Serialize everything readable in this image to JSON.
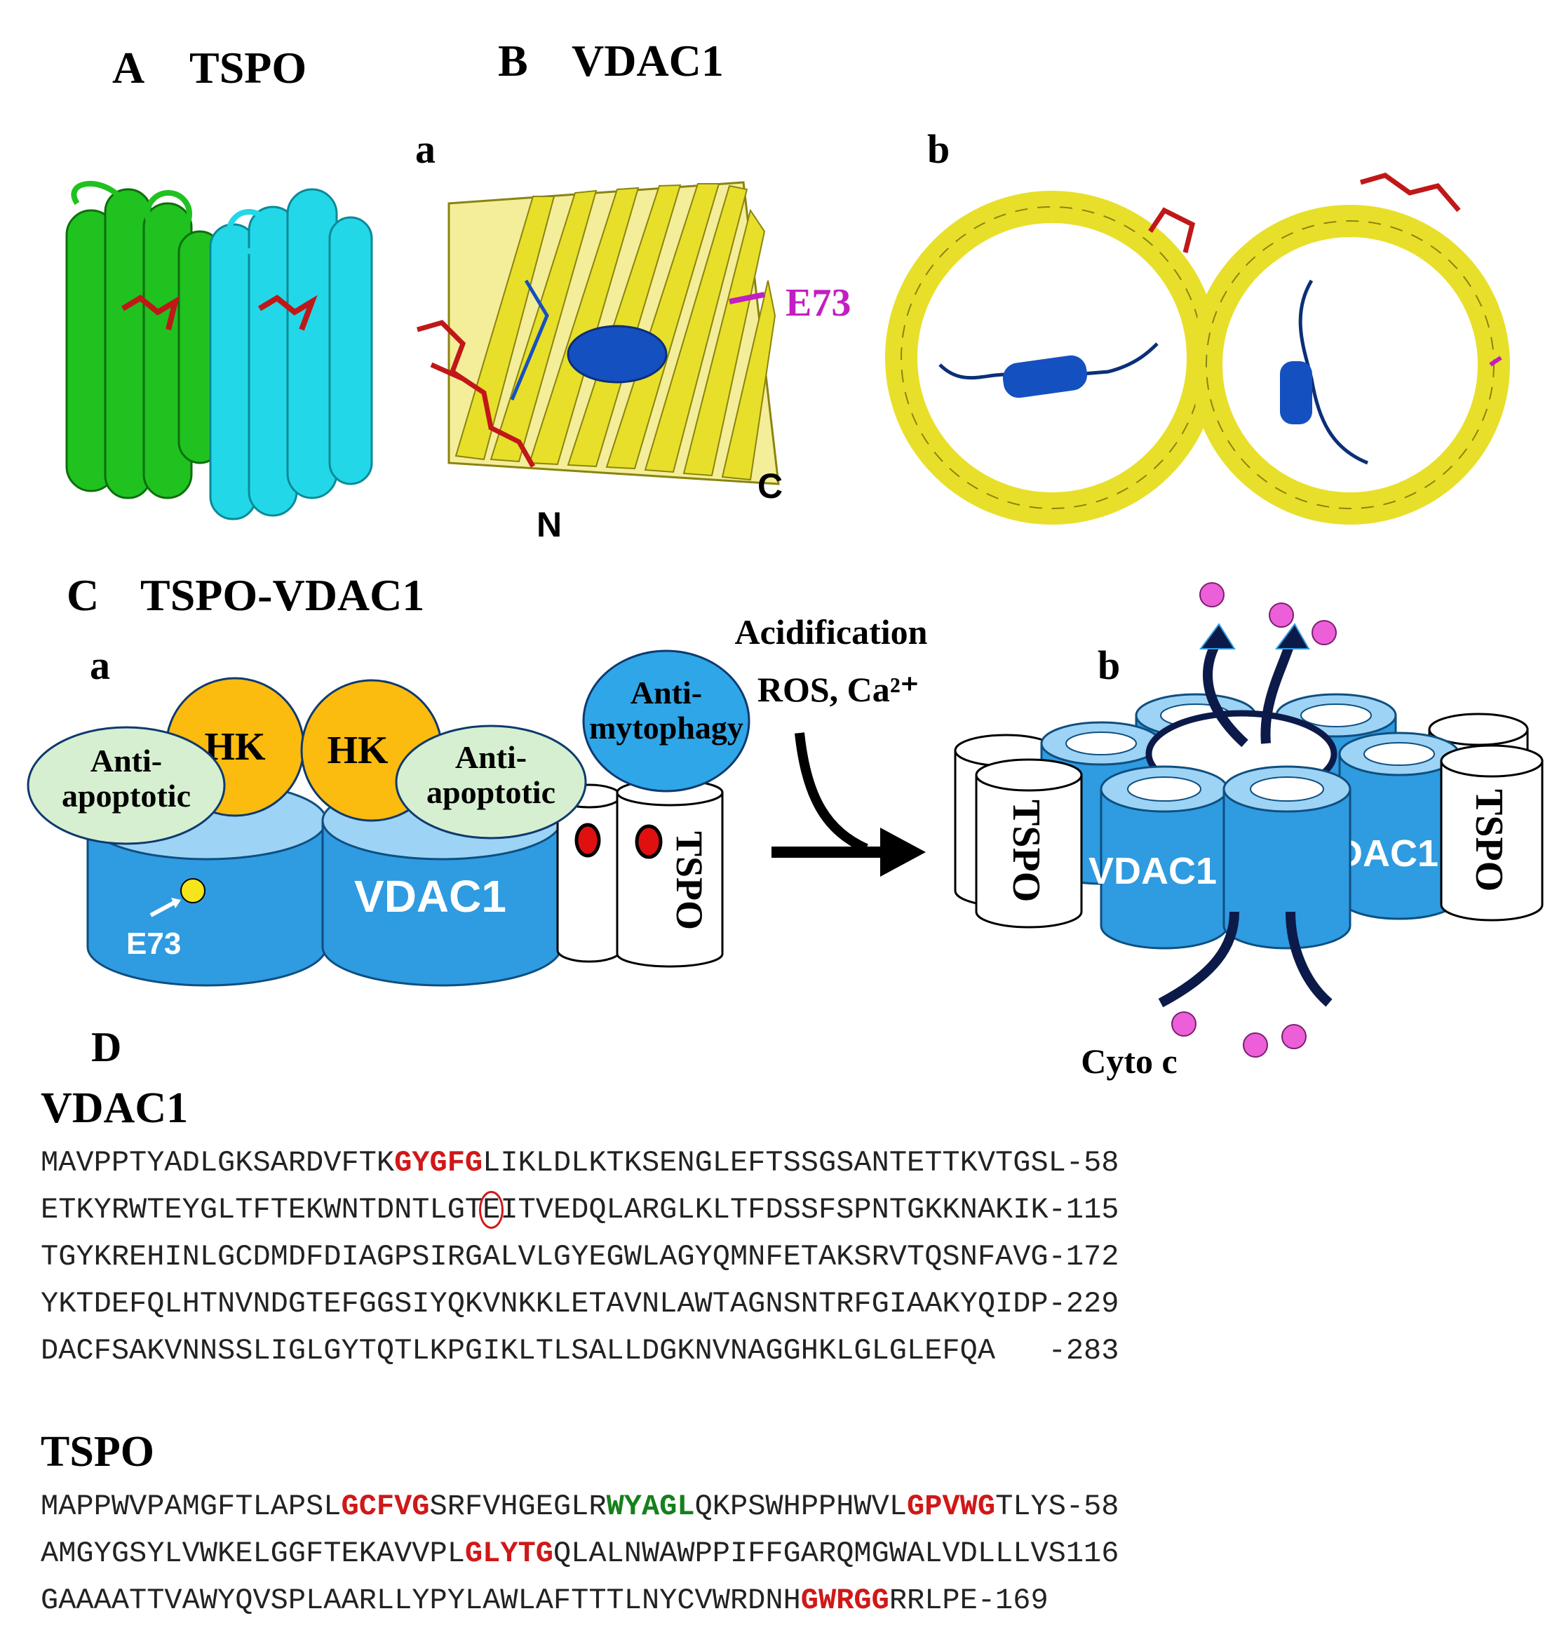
{
  "panels": {
    "A": {
      "letter": "A",
      "title": "TSPO"
    },
    "B": {
      "letter": "B",
      "title": "VDAC1",
      "sub_a": "a",
      "sub_b": "b",
      "e73": "E73",
      "n_term": "N",
      "c_term": "C"
    },
    "C": {
      "letter": "C",
      "title": "TSPO-VDAC1",
      "sub_a": "a",
      "sub_b": "b",
      "anti_apoptotic_1": "Anti-",
      "anti_apoptotic_2": "apoptotic",
      "hk": "HK",
      "anti_mytophagy_1": "Anti-",
      "anti_mytophagy_2": "mytophagy",
      "vdac1": "VDAC1",
      "tspo": "TSPO",
      "e73": "E73",
      "stimulus_1": "Acidification",
      "stimulus_2": "ROS, Ca²⁺",
      "cyto_c": "Cyto c"
    },
    "D": {
      "letter": "D"
    }
  },
  "sequences": {
    "vdac1": {
      "title": "VDAC1",
      "lines": [
        [
          {
            "t": "MAVPPTYADLGKSARDVFTK"
          },
          {
            "t": "GYGFG",
            "c": "red"
          },
          {
            "t": "LIKLDLKTKSENGLEFTSSGSANTETTKVTGSL-58"
          }
        ],
        [
          {
            "t": "ETKYRWTEYGLTFTEKWNTDNTLGT"
          },
          {
            "t": "E",
            "c": "circ"
          },
          {
            "t": "ITVEDQLARGLKLTFDSSFSPNTGKKNAKIK-115"
          }
        ],
        [
          {
            "t": "TGYKREHINLGCDMDFDIAGPSIRGALVLGYEGWLAGYQMNFETAKSRVTQSNFAVG-172"
          }
        ],
        [
          {
            "t": "YKTDEFQLHTNVNDGTEFGGSIYQKVNKKLETAVNLAWTAGNSNTRFGIAAKYQIDP-229"
          }
        ],
        [
          {
            "t": "DACFSAKVNNSSLIGLGYTQTLKPGIKLTLSALLDGKNVNAGGHKLGLGLEFQA   -283"
          }
        ]
      ]
    },
    "tspo": {
      "title": "TSPO",
      "lines": [
        [
          {
            "t": "MAPPWVPAMGFTLAPSL"
          },
          {
            "t": "GCFVG",
            "c": "red"
          },
          {
            "t": "SRFVHGEGLR"
          },
          {
            "t": "WYAGL",
            "c": "green"
          },
          {
            "t": "QKPSWHPPHWVL"
          },
          {
            "t": "GPVWG",
            "c": "red"
          },
          {
            "t": "TLYS-58"
          }
        ],
        [
          {
            "t": "AMGYGSYLVWKELGGFTEKAVVPL"
          },
          {
            "t": "GLYTG",
            "c": "red"
          },
          {
            "t": "QLALNWAWPPIFFGARQMGWALVDLLLVS116"
          }
        ],
        [
          {
            "t": "GAAAATTVAWYQVSPLAARLLYPYLAWLAFTTTLNYCVWRDNH"
          },
          {
            "t": "GWRGG",
            "c": "red"
          },
          {
            "t": "RRLPE-169"
          }
        ]
      ]
    }
  },
  "colors": {
    "tspo_chain_1": "#1fc21f",
    "tspo_chain_2": "#22d8e8",
    "vdac_barrel": "#e8df2a",
    "vdac_helix": "#1550c0",
    "ligand": "#c01818",
    "e73_marker": "#c21ec2",
    "vdac_cylinder": "#2f9be0",
    "hk": "#fbbb0f",
    "anti_apoptotic": "#d6efd0",
    "cyto_c": "#ec5fd8",
    "highlight_red": "#d01818",
    "highlight_green": "#16801c"
  }
}
